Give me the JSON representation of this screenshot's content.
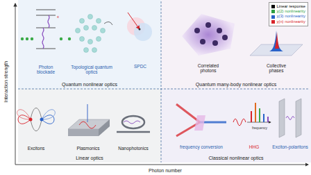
{
  "diagram": {
    "nodes": [
      {
        "text": [
          "Quantum nonlinear optics"
        ]
      },
      {
        "text": [
          "Quantum many-body nonlinear optics"
        ]
      },
      {
        "text": [
          "Linear optics"
        ]
      },
      {
        "text": [
          "Classical nonlinear optics"
        ]
      }
    ],
    "labels": [
      "Interaction strength",
      "Photon number",
      "Photon blockade",
      "Topological quantum optics",
      "SPDC",
      "Correlated photons",
      "Collective phases",
      "Excitons",
      "Plasmonics",
      "Nanophotonics",
      "frequency conversion",
      "frequency",
      "HHG",
      "Exciton-polaritons"
    ],
    "legend": [
      {
        "text": "Linear response",
        "color": "#000000"
      },
      {
        "text": "χ(2) nonlinearity",
        "color": "#2e9e44"
      },
      {
        "text": "χ(3) nonlinearity",
        "color": "#2a62c9"
      },
      {
        "text": "χ(n) nonlinearity",
        "color": "#d8232a"
      }
    ]
  }
}
